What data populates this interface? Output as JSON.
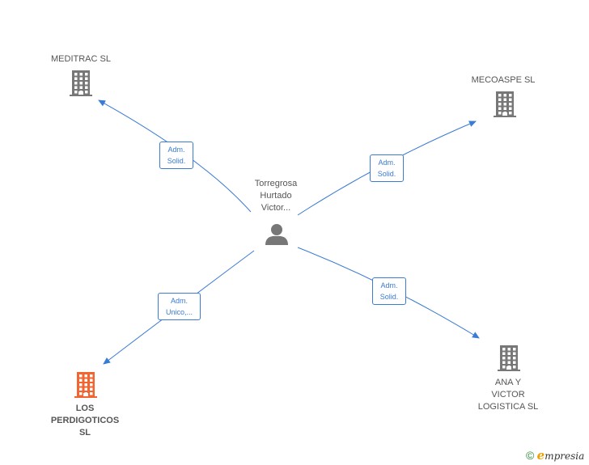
{
  "center": {
    "name_lines": [
      "Torregrosa",
      "Hurtado",
      "Victor..."
    ],
    "icon": "person-icon"
  },
  "companies": [
    {
      "id": "meditrac",
      "name_lines": [
        "MEDITRAC SL"
      ],
      "icon": "building-icon",
      "color": "#777777"
    },
    {
      "id": "mecoaspe",
      "name_lines": [
        "MECOASPE  SL"
      ],
      "icon": "building-icon",
      "color": "#777777"
    },
    {
      "id": "perdigoticos",
      "name_lines": [
        "LOS",
        "PERDIGOTICOS",
        "SL"
      ],
      "icon": "building-icon",
      "color": "#f26430"
    },
    {
      "id": "anyvictor",
      "name_lines": [
        "ANA Y",
        "VICTOR",
        "LOGISTICA  SL"
      ],
      "icon": "building-icon",
      "color": "#777777"
    }
  ],
  "edges": [
    {
      "to": "meditrac",
      "label_lines": [
        "Adm.",
        "Solid."
      ]
    },
    {
      "to": "mecoaspe",
      "label_lines": [
        "Adm.",
        "Solid."
      ]
    },
    {
      "to": "perdigoticos",
      "label_lines": [
        "Adm.",
        "Unico,..."
      ]
    },
    {
      "to": "anyvictor",
      "label_lines": [
        "Adm.",
        "Solid."
      ]
    }
  ],
  "colors": {
    "edge": "#3a7bd5",
    "person": "#777777"
  },
  "footer": {
    "copyright": "©",
    "brand_initial": "e",
    "brand_rest": "mpresia"
  }
}
